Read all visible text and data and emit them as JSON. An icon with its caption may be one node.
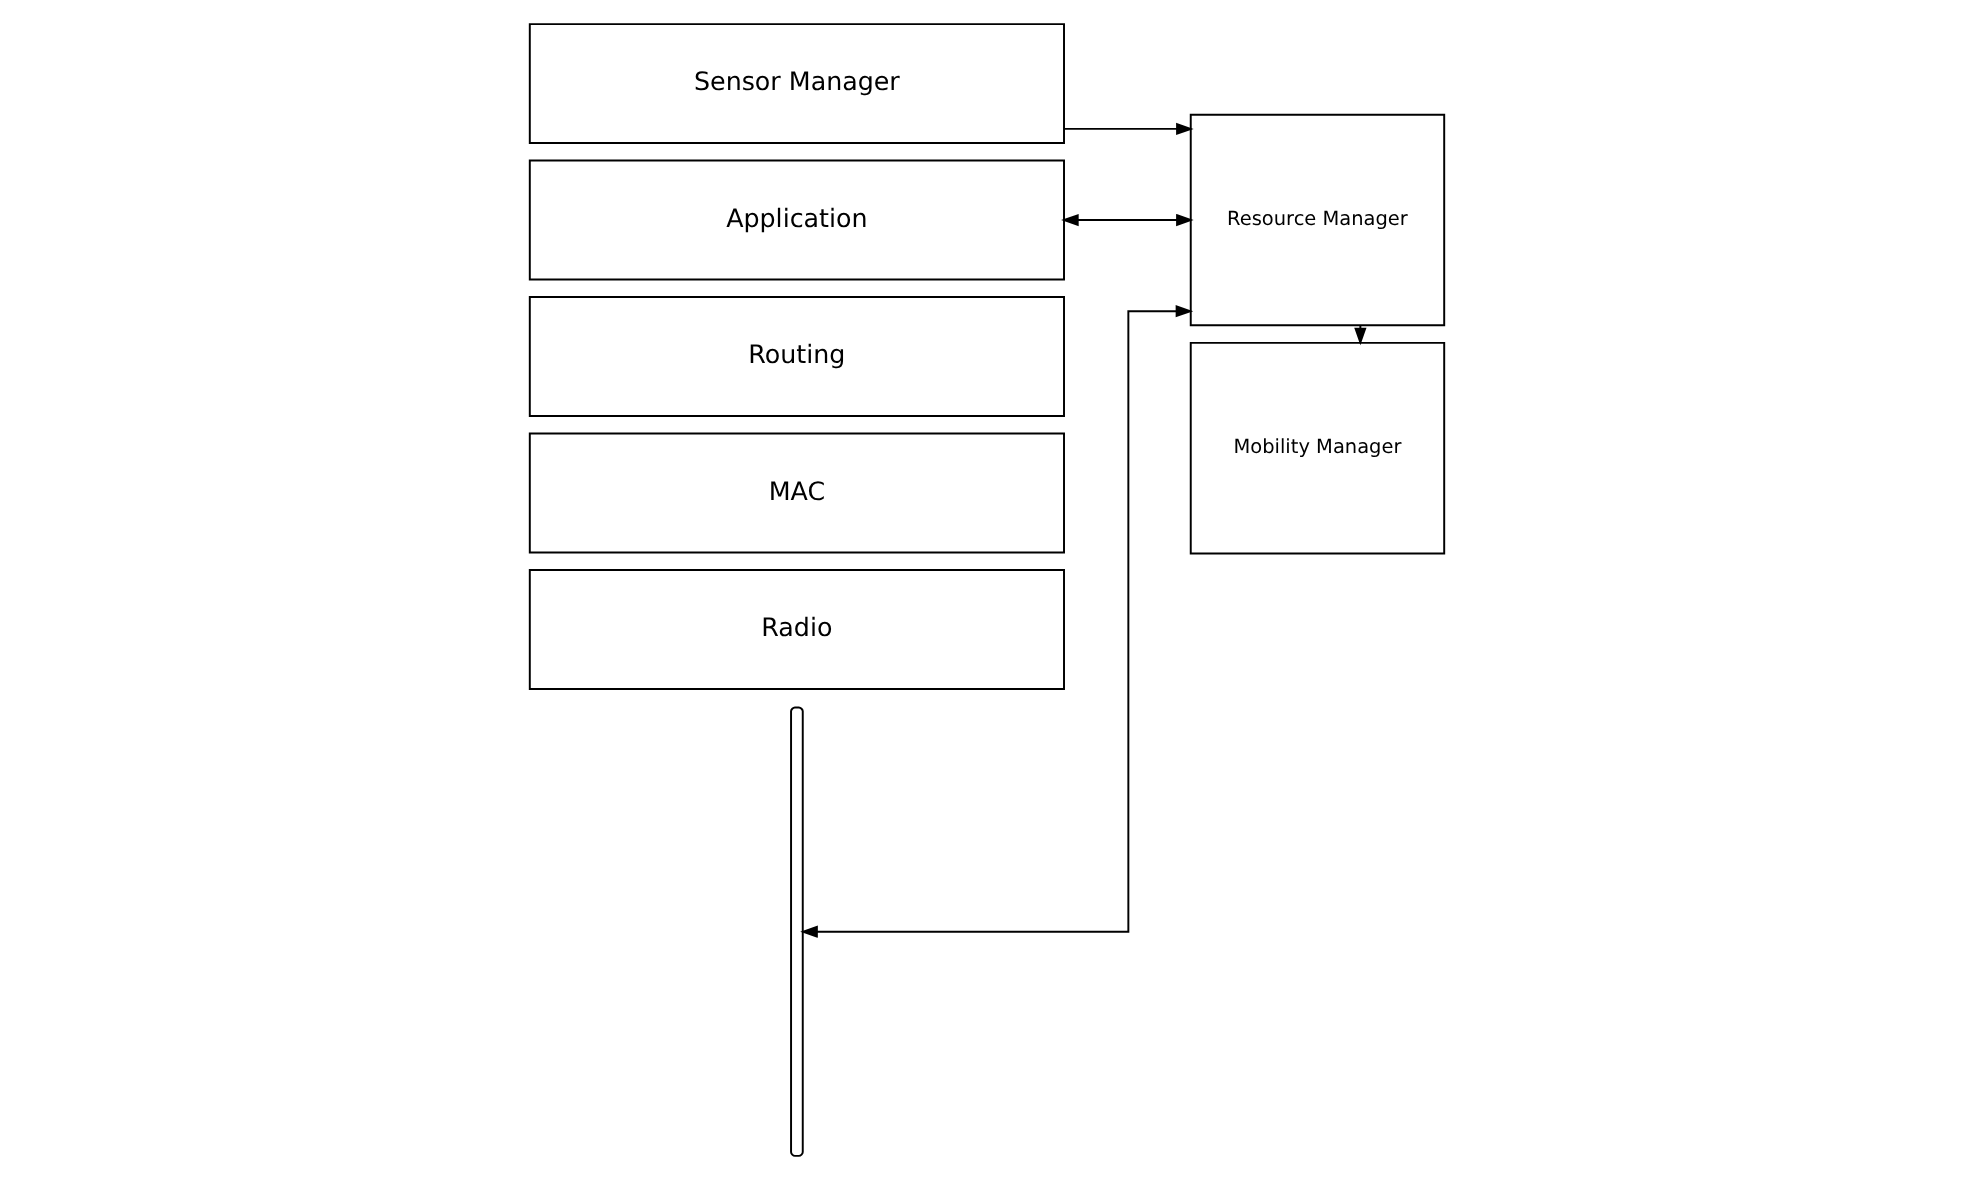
{
  "diagram": {
    "nodes": [
      {
        "text": [
          "Sensor Manager"
        ]
      },
      {
        "text": [
          "Application"
        ]
      },
      {
        "text": [
          "Routing"
        ]
      },
      {
        "text": [
          "MAC"
        ]
      },
      {
        "text": [
          "Radio"
        ]
      },
      {
        "text": [],
        "shape": "bracket"
      },
      {
        "text": [
          "Resource Manager"
        ]
      },
      {
        "text": [
          "Mobility Manager"
        ]
      }
    ],
    "edges": [
      {
        "from": 0,
        "to": 6,
        "arrow": "to"
      },
      {
        "from": 1,
        "to": 6,
        "arrow": "both"
      },
      {
        "from": 5,
        "to": 6,
        "arrow": "both"
      },
      {
        "from": 6,
        "to": 7,
        "arrow": "to"
      }
    ]
  }
}
